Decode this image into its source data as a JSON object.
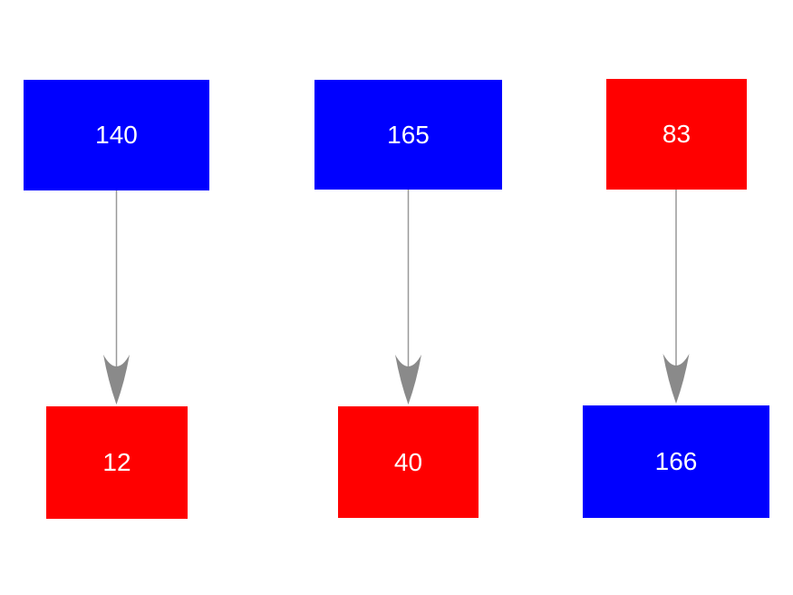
{
  "colors": {
    "background": "#ffffff",
    "blue": "#0000ff",
    "red": "#ff0000",
    "arrow_line": "#999999",
    "arrow_head": "#8a8a8a",
    "node_text": "#ffffff"
  },
  "diagram": {
    "type": "paired-flow",
    "arrow_direction": "down",
    "pairs": [
      {
        "source": {
          "value": "140",
          "color": "blue"
        },
        "target": {
          "value": "12",
          "color": "red"
        }
      },
      {
        "source": {
          "value": "165",
          "color": "blue"
        },
        "target": {
          "value": "40",
          "color": "red"
        }
      },
      {
        "source": {
          "value": "83",
          "color": "red"
        },
        "target": {
          "value": "166",
          "color": "blue"
        }
      }
    ]
  }
}
